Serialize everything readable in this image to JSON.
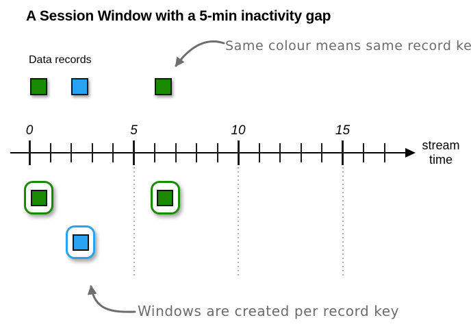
{
  "title": "A Session Window with a 5-min inactivity gap",
  "legend": {
    "label": "Data records",
    "records": [
      {
        "key": "green",
        "time": 0.45
      },
      {
        "key": "blue",
        "time": 2.4
      },
      {
        "key": "green",
        "time": 6.4
      }
    ]
  },
  "annotations": {
    "top": {
      "text": "Same colour means same record key"
    },
    "bottom": {
      "text": "Windows are created per record key"
    }
  },
  "timeline": {
    "major_ticks": [
      0,
      5,
      10,
      15
    ],
    "minor_ticks": [
      1,
      2,
      3,
      4,
      6,
      7,
      8,
      9,
      11,
      12,
      13,
      14,
      16,
      17
    ],
    "guides_at": [
      5,
      10,
      15
    ],
    "axis_label_line1": "stream",
    "axis_label_line2": "time"
  },
  "windows": [
    {
      "key": "green",
      "time": 0.45,
      "row": 0
    },
    {
      "key": "blue",
      "time": 2.45,
      "row": 1
    },
    {
      "key": "green",
      "time": 6.5,
      "row": 0
    }
  ],
  "colors": {
    "green": "#1a8a03",
    "blue": "#2aa2f3",
    "annotation_gray": "#6b6b6b",
    "arrow_gray": "#6e6e6e",
    "guide_gray": "#b0b0b0"
  }
}
